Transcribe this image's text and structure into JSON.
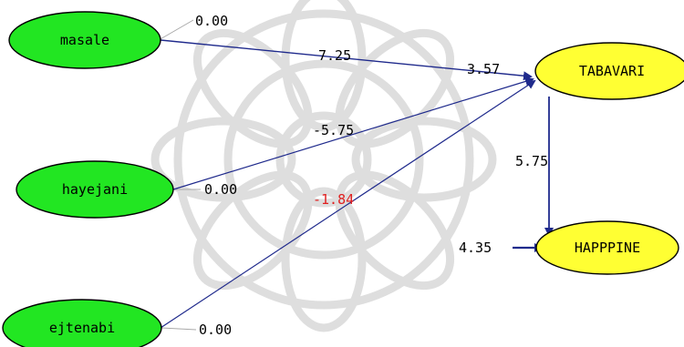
{
  "colors": {
    "exogenous_fill": "#22e622",
    "endogenous_fill": "#ffff33",
    "node_stroke": "#000000",
    "path_color": "#1f2a8c",
    "error_line": "#a9a9a9",
    "label_text": "#000000",
    "highlight_text": "#e02020",
    "watermark": "#d8d8d8"
  },
  "nodes": {
    "masale": "masale",
    "hayejani": "hayejani",
    "ejtenabi": "ejtenabi",
    "tabavari": "TABAVARI",
    "happpine": "HAPPPINE"
  },
  "labels": {
    "masale_var": "0.00",
    "hayejani_var": "0.00",
    "ejtenabi_var": "0.00",
    "masale_to_tabavari": "7.25",
    "hayejani_to_tabavari": "-5.75",
    "ejtenabi_to_tabavari": "-1.84",
    "tabavari_error": "3.57",
    "tabavari_to_happpine": "5.75",
    "happpine_error": "4.35"
  }
}
